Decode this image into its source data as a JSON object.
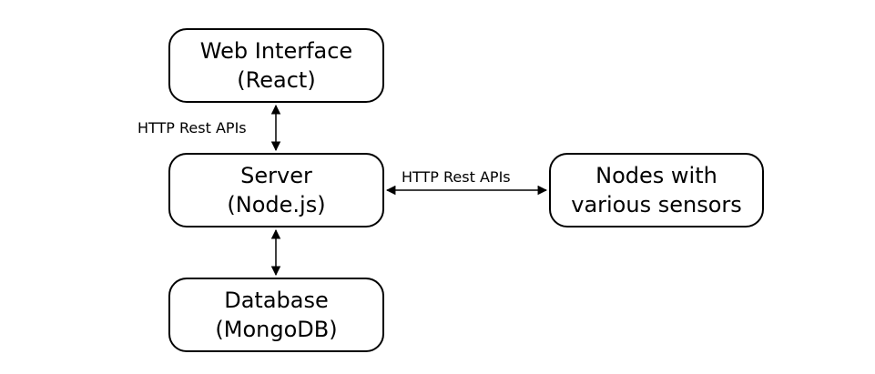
{
  "nodes": {
    "web_interface": {
      "line1": "Web Interface",
      "line2": "(React)"
    },
    "server": {
      "line1": "Server",
      "line2": "(Node.js)"
    },
    "database": {
      "line1": "Database",
      "line2": "(MongoDB)"
    },
    "sensors": {
      "line1": "Nodes with",
      "line2": "various sensors"
    }
  },
  "edges": {
    "web_server": {
      "label": "HTTP Rest APIs",
      "direction": "bidirectional"
    },
    "server_sensors": {
      "label": "HTTP Rest APIs",
      "direction": "bidirectional"
    },
    "server_database": {
      "label": "",
      "direction": "bidirectional"
    }
  },
  "colors": {
    "stroke": "#000000",
    "background": "#ffffff"
  }
}
